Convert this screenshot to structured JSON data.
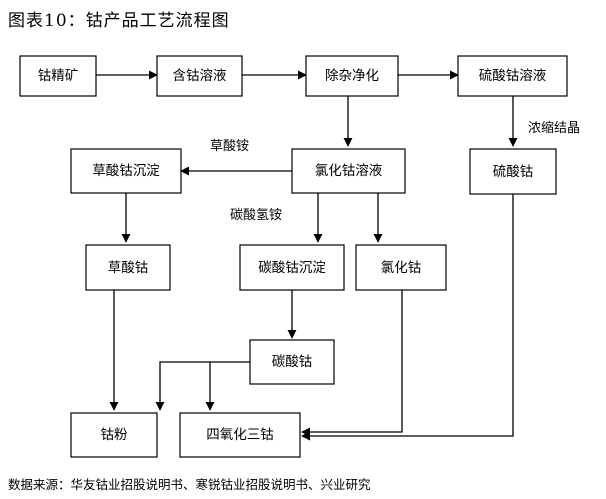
{
  "title": "图表10：钴产品工艺流程图",
  "source": "数据来源：华友钴业招股说明书、寒锐钴业招股说明书、兴业研究",
  "nodes": {
    "gujingkuang": "钴精矿",
    "hangu": "含钴溶液",
    "chuza": "除杂净化",
    "liusuan_rongye": "硫酸钴溶液",
    "caosuan_chendian": "草酸钴沉淀",
    "lvhua_rongye": "氯化钴溶液",
    "liusuangu": "硫酸钴",
    "caosuangu": "草酸钴",
    "tansuan_chendian": "碳酸钴沉淀",
    "lvhuagu": "氯化钴",
    "tansuangu": "碳酸钴",
    "gufen": "钴粉",
    "siyanghua": "四氧化三钴"
  },
  "labels": {
    "caosuan_an": "草酸铵",
    "tansuan_qingan": "碳酸氢铵",
    "nongsuo": "浓缩结晶"
  }
}
